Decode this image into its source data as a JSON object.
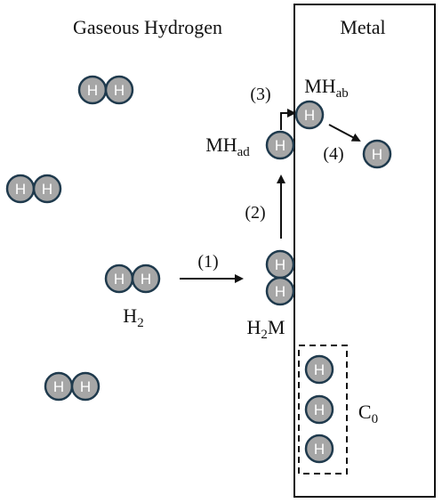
{
  "labels": {
    "gas_region": "Gaseous Hydrogen",
    "metal_region": "Metal",
    "h2": "H",
    "h2_sub": "2",
    "h2m": "H",
    "h2m_sub": "2",
    "h2m_tail": "M",
    "mhad": "MH",
    "mhad_sub": "ad",
    "mhab": "MH",
    "mhab_sub": "ab",
    "c0": "C",
    "c0_sub": "0"
  },
  "steps": {
    "step1": "(1)",
    "step2": "(2)",
    "step3": "(3)",
    "step4": "(4)"
  },
  "atom_letter": "H",
  "colors": {
    "atom_fill": "#a6a6a6",
    "atom_stroke": "#1f3a4d",
    "line": "#111111"
  }
}
